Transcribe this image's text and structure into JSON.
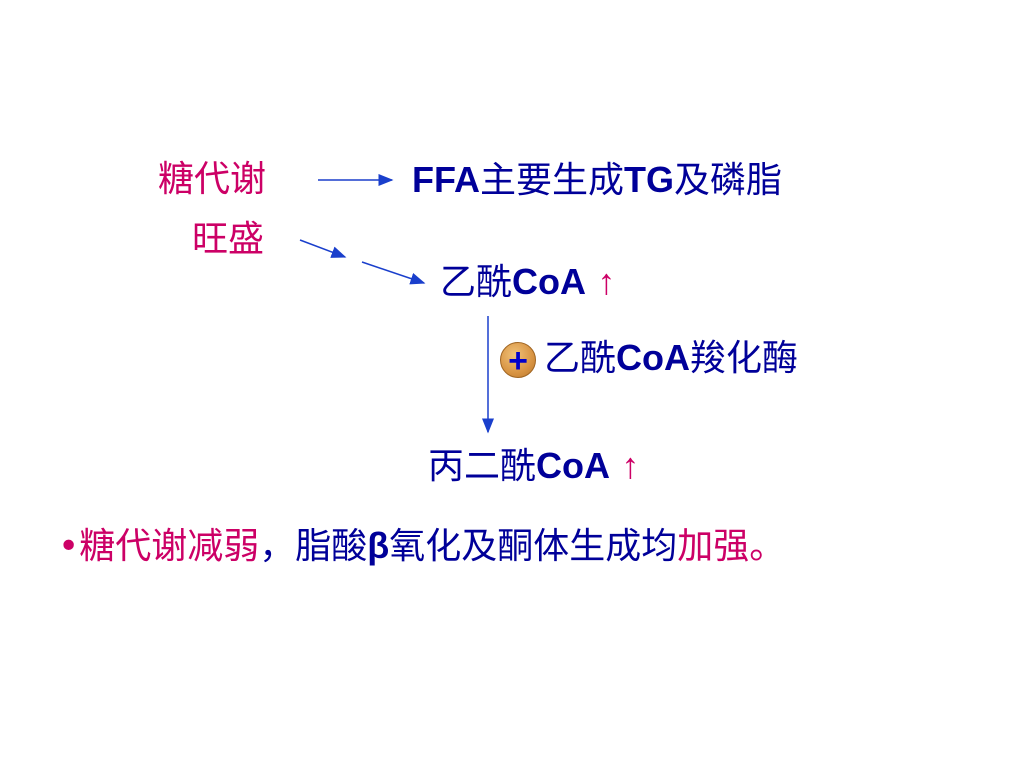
{
  "node_glucose_line1": "糖代谢",
  "node_glucose_line2": "旺盛",
  "node_ffa": {
    "a": "FFA",
    "b": "主要生成",
    "c": "TG",
    "d": "及磷脂"
  },
  "node_acetyl_coa": {
    "a": "乙酰",
    "b": "CoA",
    "arrow": "↑"
  },
  "node_enzyme": {
    "a": "乙酰",
    "b": "CoA",
    "c": "羧化酶",
    "sign": "+"
  },
  "node_malonyl_coa": {
    "a": "丙二酰",
    "b": "CoA",
    "arrow": "↑"
  },
  "bullet": {
    "mark": "•",
    "part1": "糖代谢减弱",
    "part2": "，脂酸",
    "beta": "β",
    "part3": "氧化及酮体生成均",
    "part4": "加强。"
  }
}
